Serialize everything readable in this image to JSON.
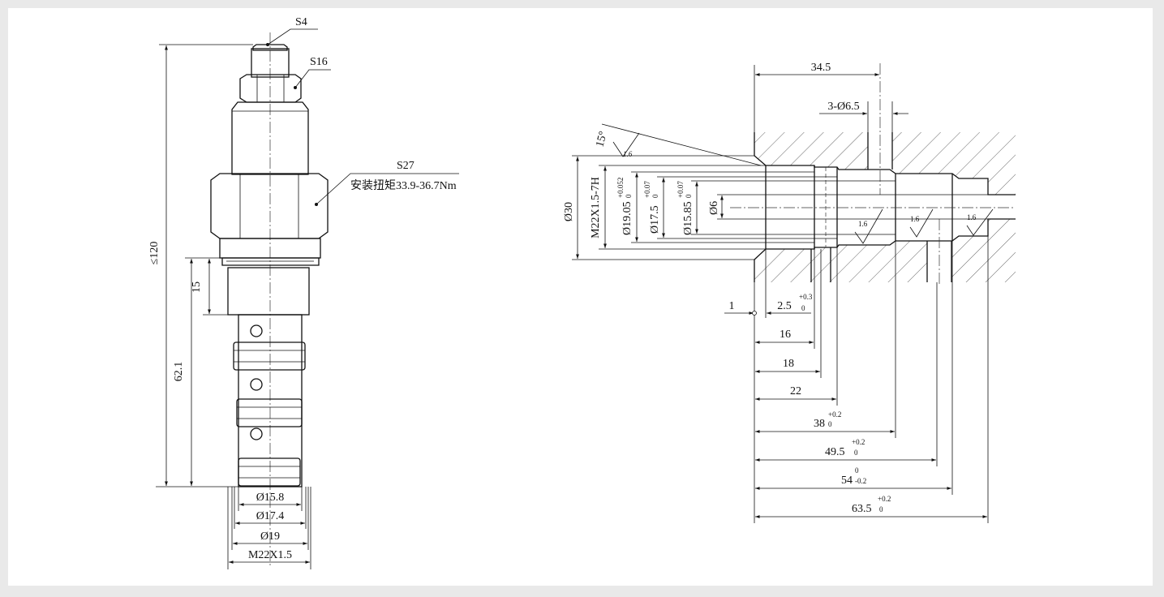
{
  "colors": {
    "background": "#e9e9e9",
    "paper": "#ffffff",
    "ink": "#111111"
  },
  "cartridge": {
    "s4": "S4",
    "s16": "S16",
    "s27": "S27",
    "torque": "安装扭矩33.9-36.7Nm",
    "len_120": "≤120",
    "len_15": "15",
    "len_62": "62.1",
    "d158": "Ø15.8",
    "d174": "Ø17.4",
    "d19": "Ø19",
    "thread": "M22X1.5"
  },
  "cavity": {
    "d345": "34.5",
    "holes": "3-Ø6.5",
    "angle": "15°",
    "rough": "1.6",
    "d30": "Ø30",
    "thread": "M22X1.5-7H",
    "d1905": "Ø19.05",
    "d1905_tol_u": "+0.052",
    "d1905_tol_l": "0",
    "d175": "Ø17.5",
    "d175_tol_u": "+0.07",
    "d175_tol_l": "0",
    "d1585": "Ø15.85",
    "d1585_tol_u": "+0.07",
    "d1585_tol_l": "0",
    "d6": "Ø6",
    "one": "1",
    "d25": "2.5",
    "d25_tol_u": "+0.3",
    "d25_tol_l": "0",
    "d16": "16",
    "d18": "18",
    "d22": "22",
    "d38": "38",
    "d38_tol_u": "+0.2",
    "d38_tol_l": "0",
    "d495": "49.5",
    "d495_tol_u": "+0.2",
    "d495_tol_l": "0",
    "d54": "54",
    "d54_tol_u": "0",
    "d54_tol_l": "-0.2",
    "d635": "63.5",
    "d635_tol_u": "+0.2",
    "d635_tol_l": "0"
  }
}
